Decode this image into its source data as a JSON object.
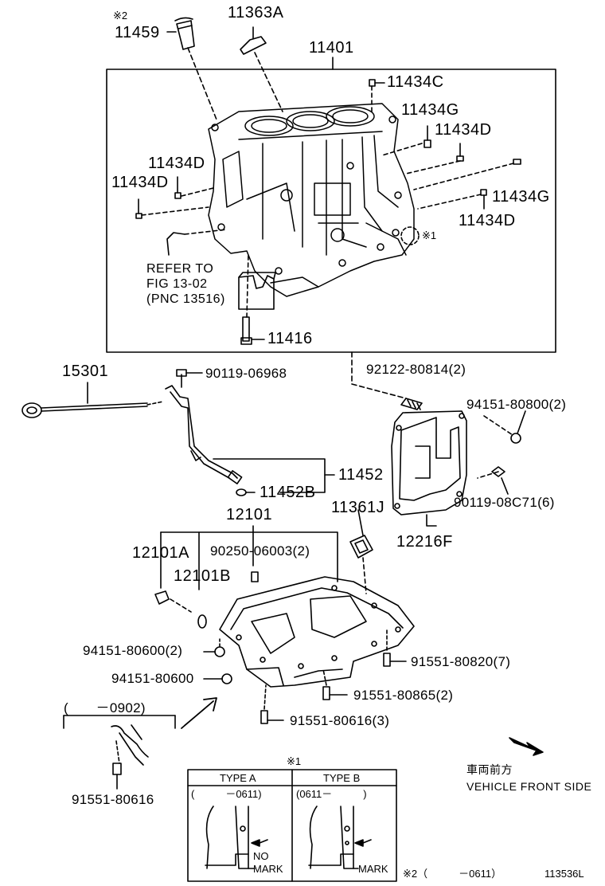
{
  "parts": {
    "p11459": "11459",
    "p11459_mark": "※2",
    "p11363A": "11363A",
    "p11401": "11401",
    "p11434C": "11434C",
    "p11434G_top": "11434G",
    "p11434D_right_top": "11434D",
    "p11434D_left1": "11434D",
    "p11434D_left2": "11434D",
    "p11434G_right": "11434G",
    "p11434D_right_bottom": "11434D",
    "type_mark1": "※1",
    "p11416": "11416",
    "p15301": "15301",
    "p90119_06968": "90119-06968",
    "p92122": "92122-80814(2)",
    "p94151_80800": "94151-80800(2)",
    "p90119_08C71": "90119-08C71(6)",
    "p11452": "11452",
    "p11452B": "11452B",
    "p11361J": "11361J",
    "p12101": "12101",
    "p12216F": "12216F",
    "p12101A": "12101A",
    "p90250": "90250-06003(2)",
    "p12101B": "12101B",
    "p94151_80600_2": "94151-80600(2)",
    "p91551_80820": "91551-80820(7)",
    "p94151_80600": "94151-80600",
    "p91551_80865": "91551-80865(2)",
    "p91551_80616_3": "91551-80616(3)",
    "p91551_80616": "91551-80616",
    "range_0902": "(　　－0902)"
  },
  "refer": {
    "line1": "REFER TO",
    "line2": "FIG 13-02",
    "line3": "(PNC 13516)"
  },
  "vehicle_front": {
    "cjk": "車両前方",
    "en": "VEHICLE FRONT SIDE"
  },
  "type_table": {
    "mark": "※1",
    "type_a": "TYPE A",
    "type_b": "TYPE B",
    "range_a": "(　　　－0611)",
    "range_b": "(0611－　　　)",
    "no_mark": [
      "NO",
      "MARK"
    ],
    "mark_label": "MARK"
  },
  "footnote": "※2（　　　－0611）",
  "illustration_id": "113536L"
}
